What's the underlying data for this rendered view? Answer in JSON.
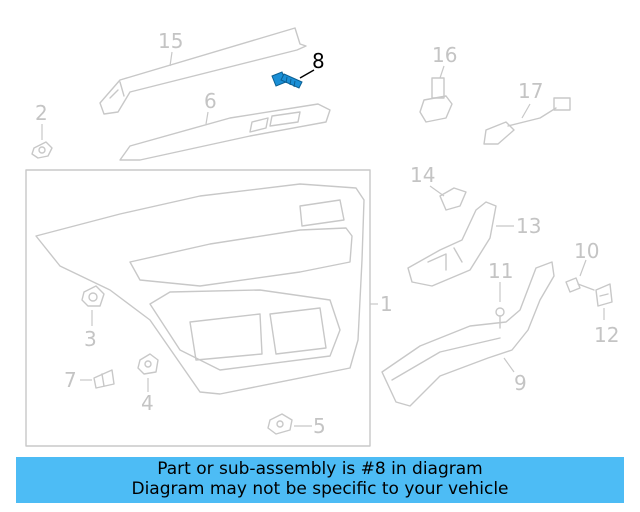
{
  "callouts": [
    "1",
    "2",
    "3",
    "4",
    "5",
    "6",
    "7",
    "8",
    "9",
    "10",
    "11",
    "12",
    "13",
    "14",
    "15",
    "16",
    "17"
  ],
  "highlighted_part": "8",
  "colors": {
    "banner": "#4dbcf5",
    "highlight_part": "#1a8fd6",
    "linework": "#c8c8c8"
  },
  "banner": {
    "line1": "Part or sub-assembly is #8 in diagram",
    "line2": "Diagram may not be specific to your vehicle"
  }
}
